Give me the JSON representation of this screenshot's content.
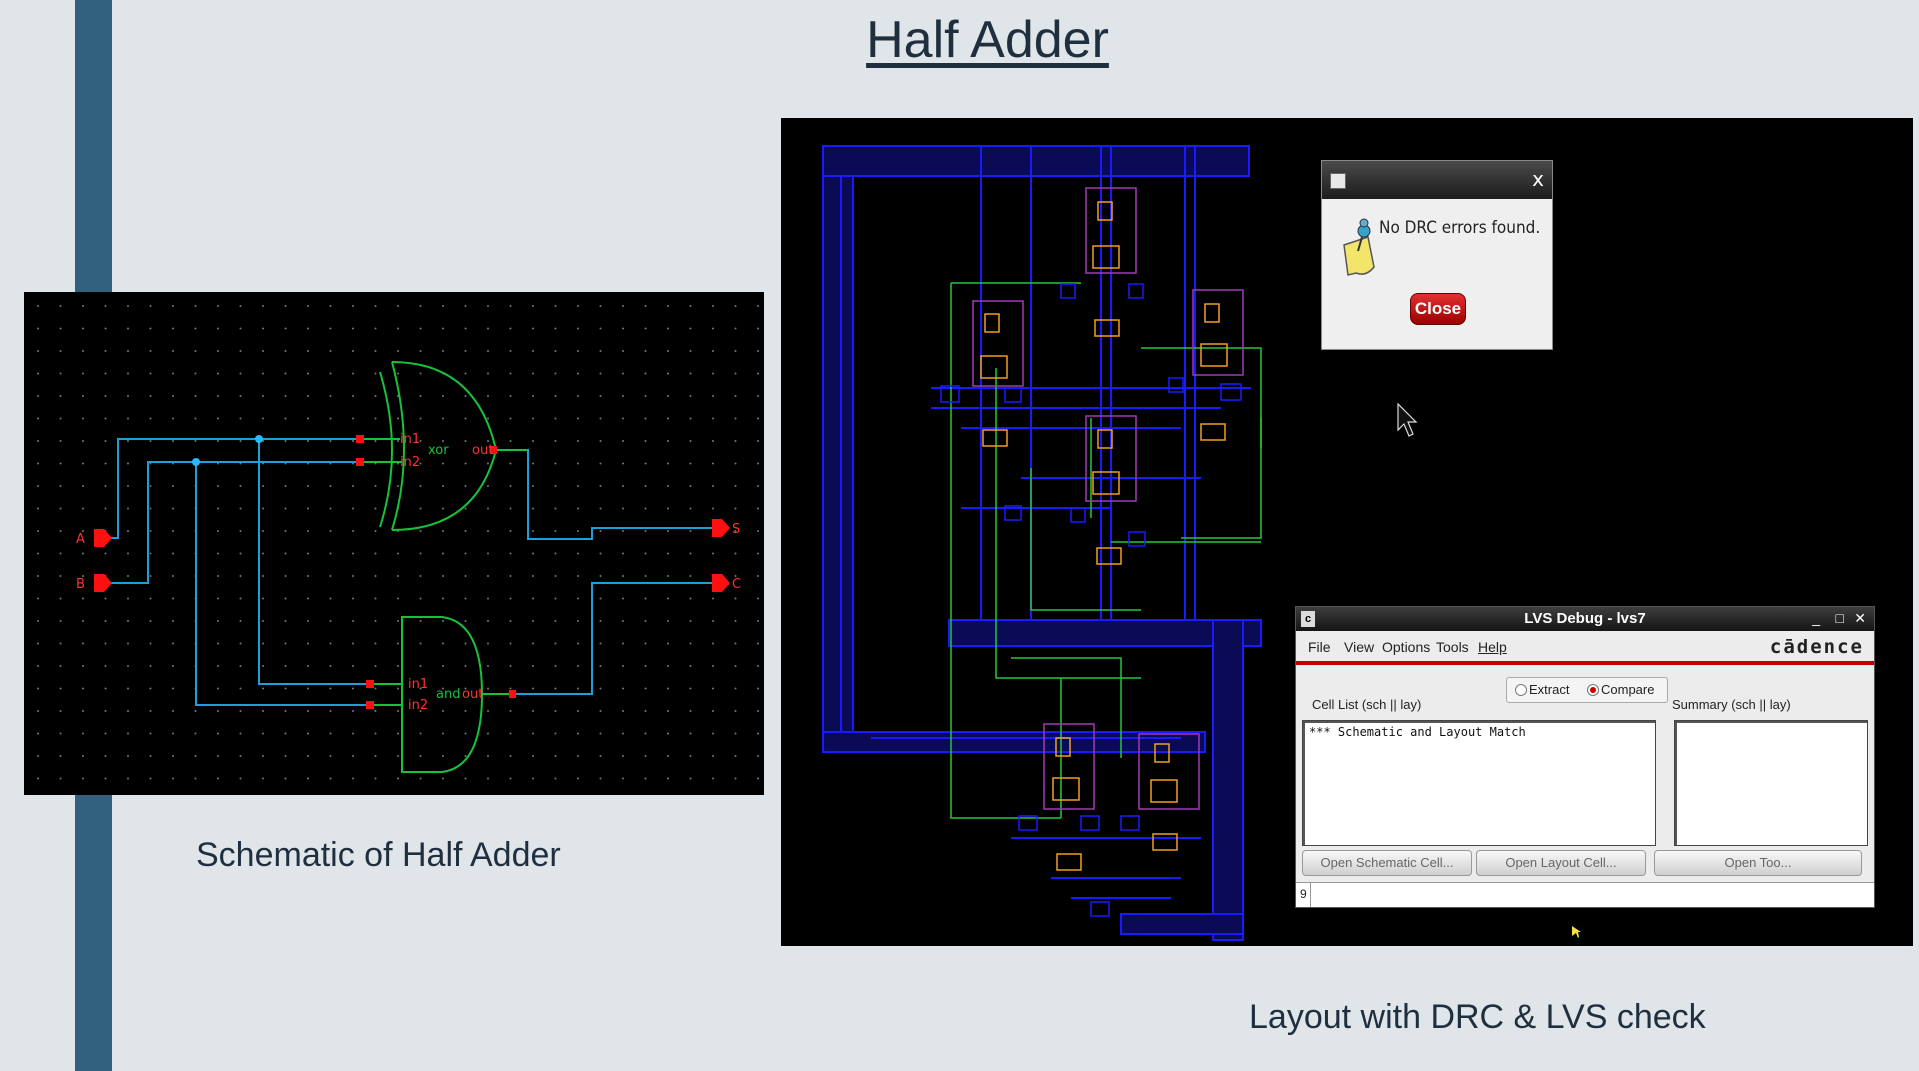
{
  "title": "Half Adder",
  "captions": {
    "schematic": "Schematic of Half Adder",
    "layout": "Layout with DRC & LVS check"
  },
  "schematic": {
    "pins": {
      "a": "A",
      "b": "B",
      "s": "S",
      "c": "C"
    },
    "xor_gate": {
      "name": "xor",
      "in1": "in1",
      "in2": "in2",
      "out": "out"
    },
    "and_gate": {
      "name": "and",
      "in1": "in1",
      "in2": "in2",
      "out": "out"
    },
    "colors": {
      "wire": "#1e9fd8",
      "gate": "#17c23a",
      "pin": "#ff1010",
      "grid": "#777777"
    }
  },
  "drc_dialog": {
    "close_glyph": "x",
    "message": "No DRC errors found.",
    "close_label": "Close"
  },
  "lvs_window": {
    "app_icon": "c",
    "title": "LVS Debug - lvs7",
    "window_controls": {
      "minimize": "_",
      "maximize": "□",
      "close": "✕"
    },
    "menu": [
      "File",
      "View",
      "Options",
      "Tools",
      "Help"
    ],
    "logo": "cādence",
    "modes": {
      "extract": "Extract",
      "compare": "Compare",
      "selected": "Compare"
    },
    "cell_list_label": "Cell List (sch || lay)",
    "summary_label": "Summary (sch || lay)",
    "cell_list_lines": [
      "*** Schematic and Layout Match"
    ],
    "buttons": {
      "open_schematic": "Open Schematic Cell...",
      "open_layout": "Open Layout Cell...",
      "open_tool": "Open Too..."
    },
    "status": "9"
  },
  "layout_colors": {
    "metal1": "#1a1aff",
    "poly": "#22c83a",
    "nwell": "#a03ab8",
    "contact": "#f0a020"
  }
}
